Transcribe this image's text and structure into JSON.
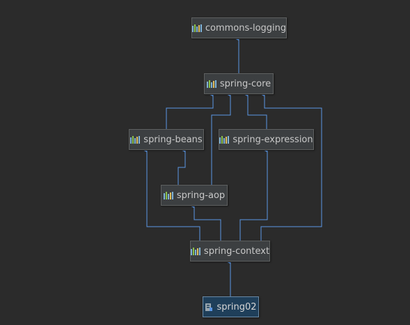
{
  "diagram": {
    "background": "#2b2b2b",
    "edge_color": "#5b97e5",
    "nodes": [
      {
        "id": "commons-logging",
        "label": "commons-logging",
        "icon": "library-icon"
      },
      {
        "id": "spring-core",
        "label": "spring-core",
        "icon": "library-icon"
      },
      {
        "id": "spring-beans",
        "label": "spring-beans",
        "icon": "library-icon"
      },
      {
        "id": "spring-expression",
        "label": "spring-expression",
        "icon": "library-icon"
      },
      {
        "id": "spring-aop",
        "label": "spring-aop",
        "icon": "library-icon"
      },
      {
        "id": "spring-context",
        "label": "spring-context",
        "icon": "library-icon"
      },
      {
        "id": "spring02",
        "label": "spring02",
        "icon": "module-icon"
      }
    ],
    "edges": [
      {
        "from": "spring-core",
        "to": "commons-logging"
      },
      {
        "from": "spring-beans",
        "to": "spring-core"
      },
      {
        "from": "spring-expression",
        "to": "spring-core"
      },
      {
        "from": "spring-aop",
        "to": "spring-core"
      },
      {
        "from": "spring-aop",
        "to": "spring-beans"
      },
      {
        "from": "spring-context",
        "to": "spring-core"
      },
      {
        "from": "spring-context",
        "to": "spring-beans"
      },
      {
        "from": "spring-context",
        "to": "spring-aop"
      },
      {
        "from": "spring-context",
        "to": "spring-expression"
      },
      {
        "from": "spring02",
        "to": "spring-context"
      }
    ]
  }
}
